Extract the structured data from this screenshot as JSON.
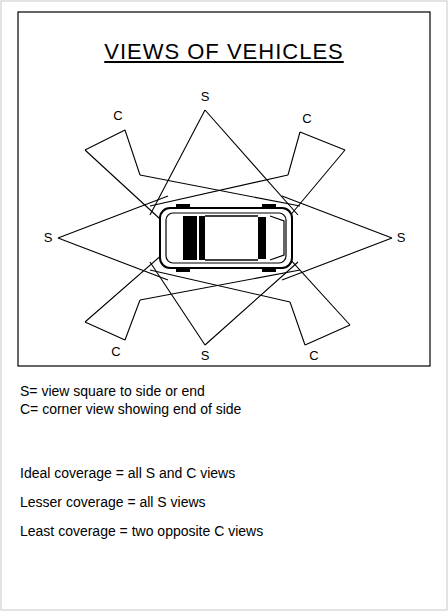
{
  "diagram": {
    "title": "VIEWS OF VEHICLES",
    "labels": [
      "S",
      "C",
      "C",
      "S",
      "S",
      "C",
      "C",
      "S",
      "S= view square to side or end",
      "C= corner view showing end of side",
      "Ideal coverage = all S and C views",
      "Lesser coverage = all S views",
      "Least coverage = two opposite C views"
    ]
  }
}
